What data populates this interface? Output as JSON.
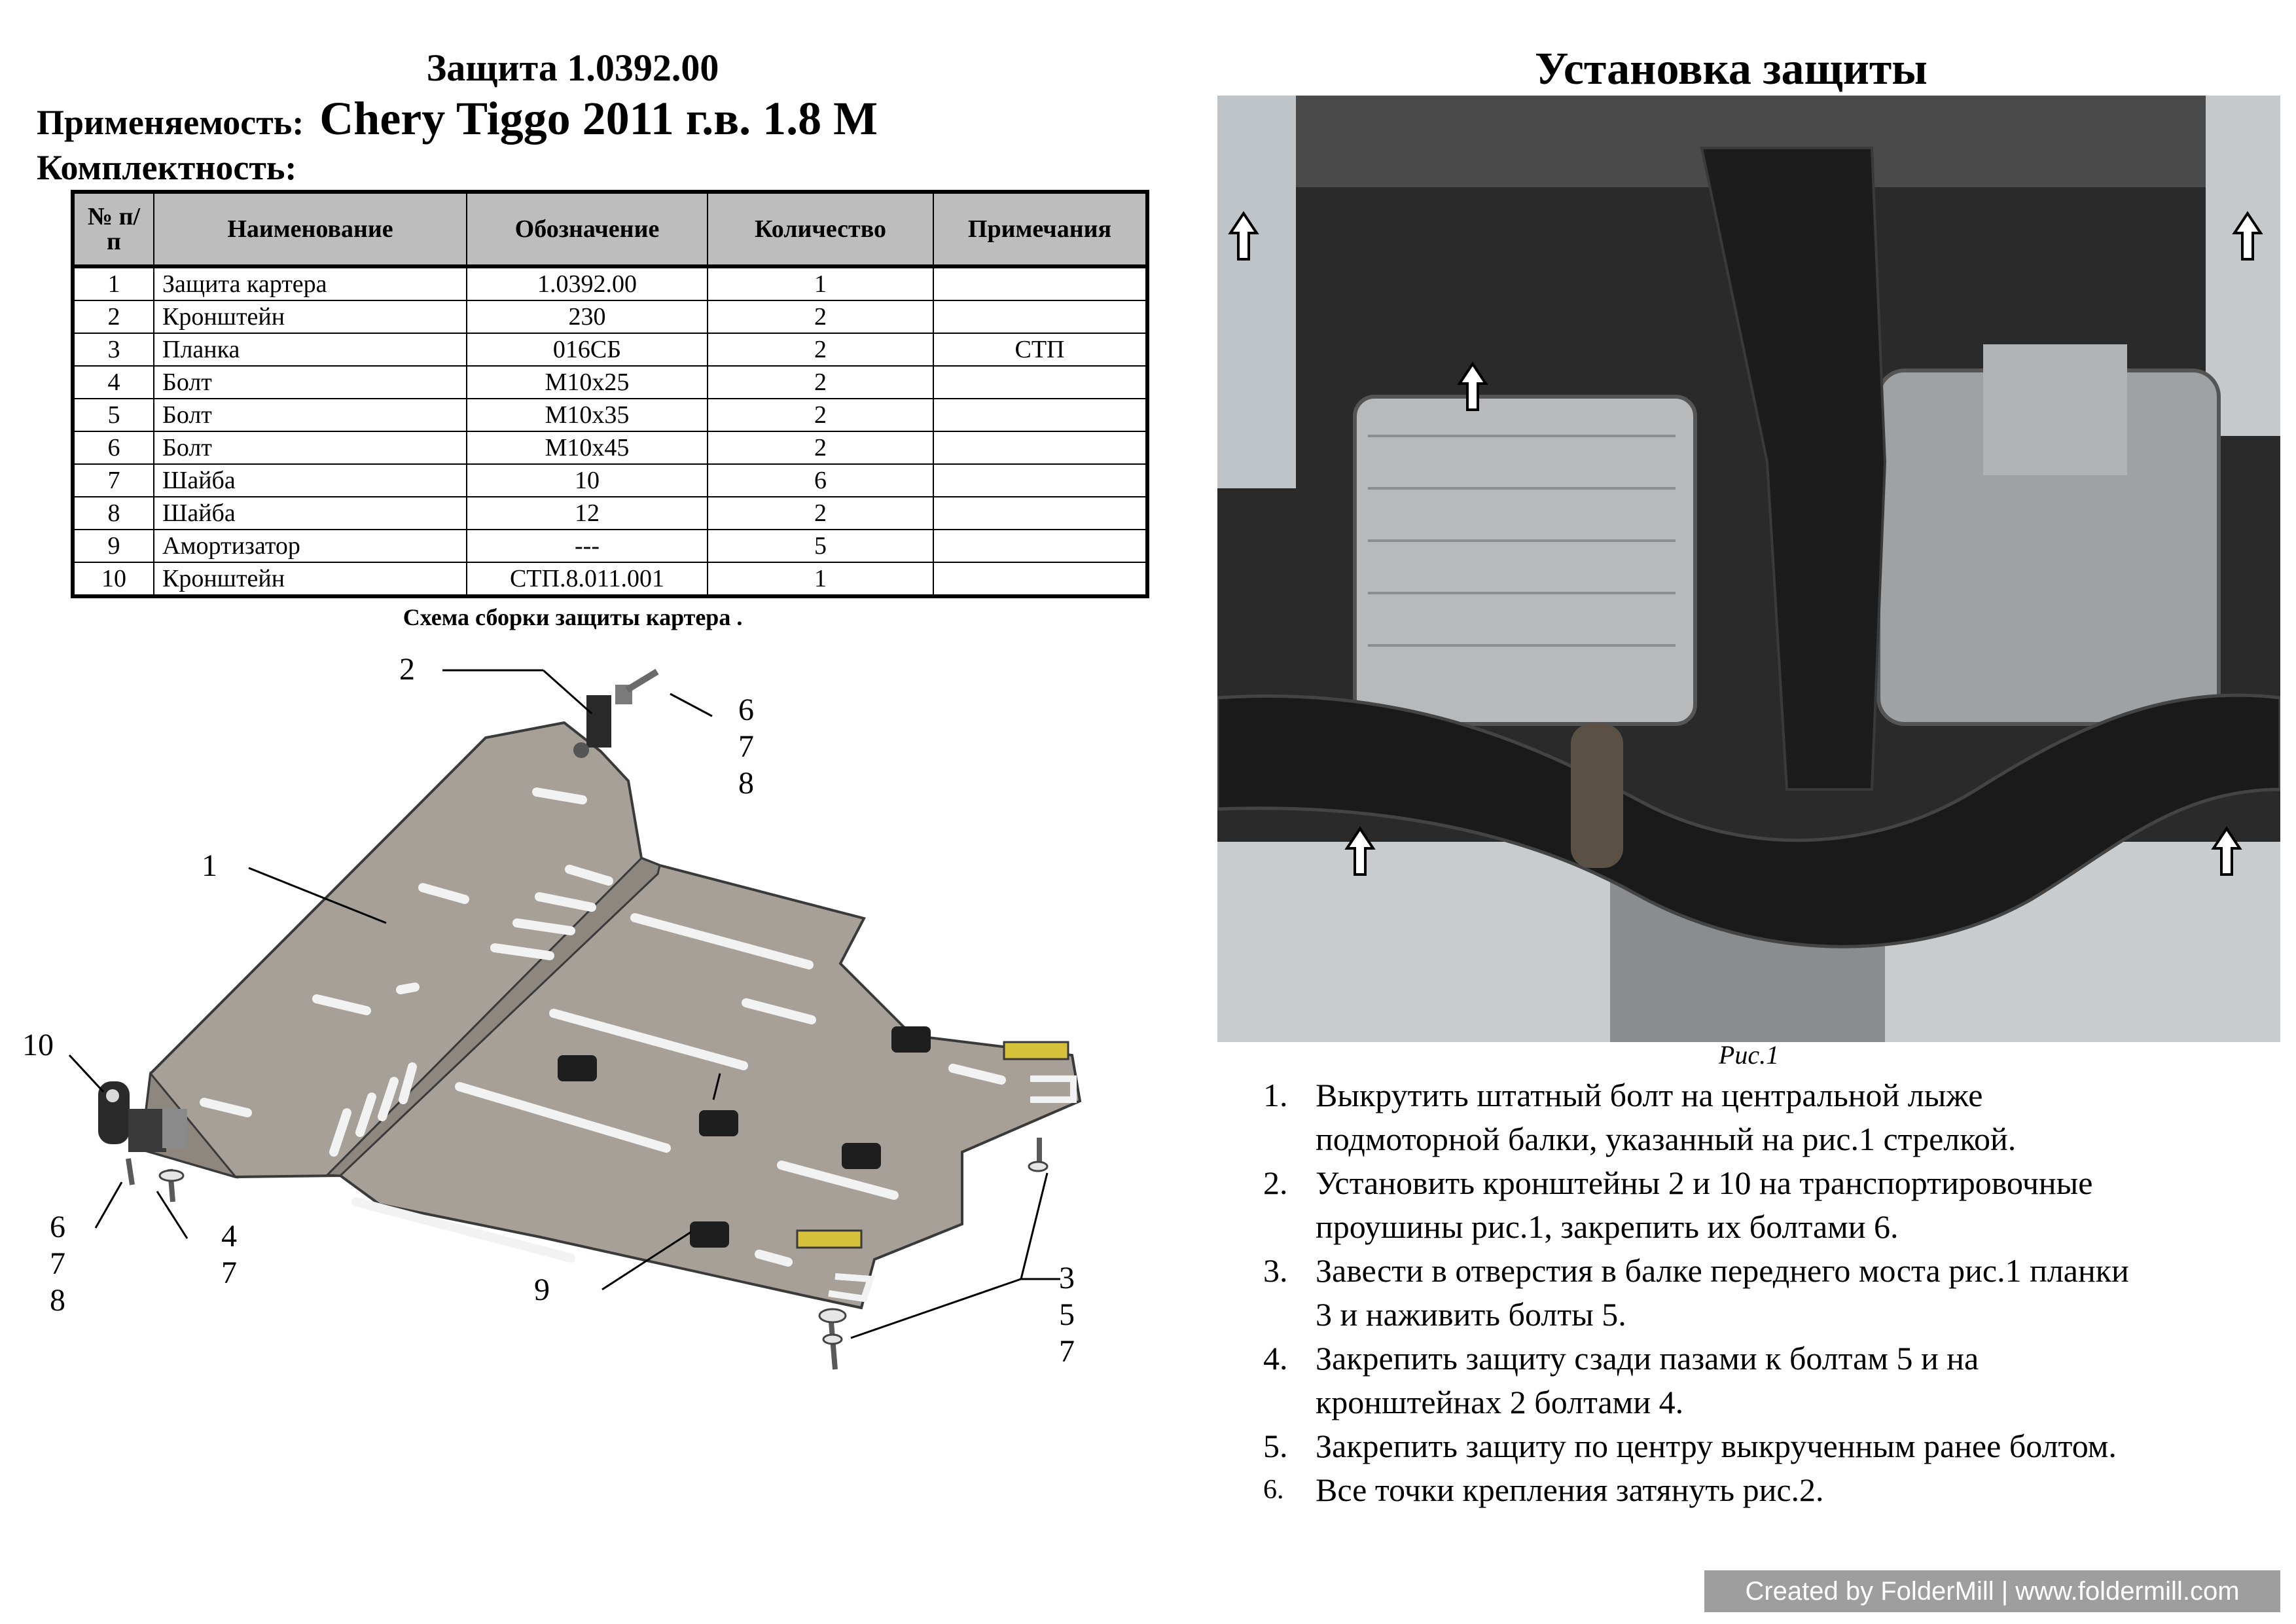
{
  "header": {
    "title": "Защита 1.0392.00",
    "applicability_label": "Применяемость:",
    "applicability_value": "Chery Tiggo 2011 г.в. 1.8 М",
    "kit_label": "Комплектность:"
  },
  "parts_table": {
    "headers": {
      "num": "№ п/п",
      "name": "Наименование",
      "code": "Обозначение",
      "qty": "Количество",
      "notes": "Примечания"
    },
    "rows": [
      {
        "num": "1",
        "name": "Защита картера",
        "code": "1.0392.00",
        "qty": "1",
        "notes": ""
      },
      {
        "num": "2",
        "name": "Кронштейн",
        "code": "230",
        "qty": "2",
        "notes": ""
      },
      {
        "num": "3",
        "name": "Планка",
        "code": "016СБ",
        "qty": "2",
        "notes": "СТП"
      },
      {
        "num": "4",
        "name": "Болт",
        "code": "М10х25",
        "qty": "2",
        "notes": ""
      },
      {
        "num": "5",
        "name": "Болт",
        "code": "М10х35",
        "qty": "2",
        "notes": ""
      },
      {
        "num": "6",
        "name": "Болт",
        "code": "М10х45",
        "qty": "2",
        "notes": ""
      },
      {
        "num": "7",
        "name": "Шайба",
        "code": "10",
        "qty": "6",
        "notes": ""
      },
      {
        "num": "8",
        "name": "Шайба",
        "code": "12",
        "qty": "2",
        "notes": ""
      },
      {
        "num": "9",
        "name": "Амортизатор",
        "code": "---",
        "qty": "5",
        "notes": ""
      },
      {
        "num": "10",
        "name": "Кронштейн",
        "code": "СТП.8.011.001",
        "qty": "1",
        "notes": ""
      }
    ]
  },
  "scheme": {
    "caption": "Схема сборки защиты картера .",
    "callouts": {
      "c1": "1",
      "c2": "2",
      "c678_top": [
        "6",
        "7",
        "8"
      ],
      "c10": "10",
      "c678_left": [
        "6",
        "7",
        "8"
      ],
      "c47": [
        "4",
        "7"
      ],
      "c9": "9",
      "c357": [
        "3",
        "5",
        "7"
      ]
    }
  },
  "installation": {
    "title": "Установка защиты",
    "figure_caption": "Рис.1",
    "steps": [
      {
        "num": "1.",
        "lines": [
          "Выкрутить штатный болт на центральной лыже",
          "подмоторной балки, указанный на рис.1 стрелкой."
        ]
      },
      {
        "num": "2.",
        "lines": [
          "Установить кронштейны 2 и 10 на транспортировочные",
          "проушины рис.1, закрепить их болтами 6."
        ]
      },
      {
        "num": "3.",
        "lines": [
          "Завести в отверстия в балке переднего моста рис.1 планки",
          "3 и наживить болты 5."
        ]
      },
      {
        "num": "4.",
        "lines": [
          "Закрепить защиту сзади пазами к болтам 5 и на",
          "кронштейнах 2 болтами 4."
        ]
      },
      {
        "num": "5.",
        "lines": [
          "Закрепить защиту по центру выкрученным ранее болтом."
        ]
      },
      {
        "num": "6.",
        "lines": [
          "Все точки крепления затянуть рис.2."
        ]
      }
    ]
  },
  "watermark": "Created by FolderMill | www.foldermill.com",
  "colors": {
    "plate_fill": "#a6a098",
    "table_header_bg": "#bdbdbd",
    "photo_dark": "#2a2a2a",
    "bracket_yellow": "#d6c23a",
    "watermark_bg": "#9e9e9e"
  }
}
